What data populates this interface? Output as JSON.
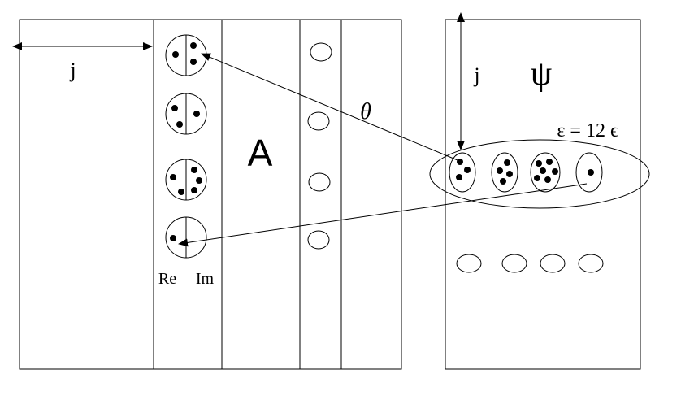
{
  "left_panel": {
    "width_label": "j",
    "region_label": "A",
    "column_labels": {
      "real": "Re",
      "imag": "Im"
    }
  },
  "right_panel": {
    "height_label": "j",
    "psi_label": "ψ",
    "epsilon_label": "ε = 12 ϵ"
  },
  "arrow_label": "θ",
  "colors": {
    "line": "#000000",
    "background": "#ffffff"
  }
}
